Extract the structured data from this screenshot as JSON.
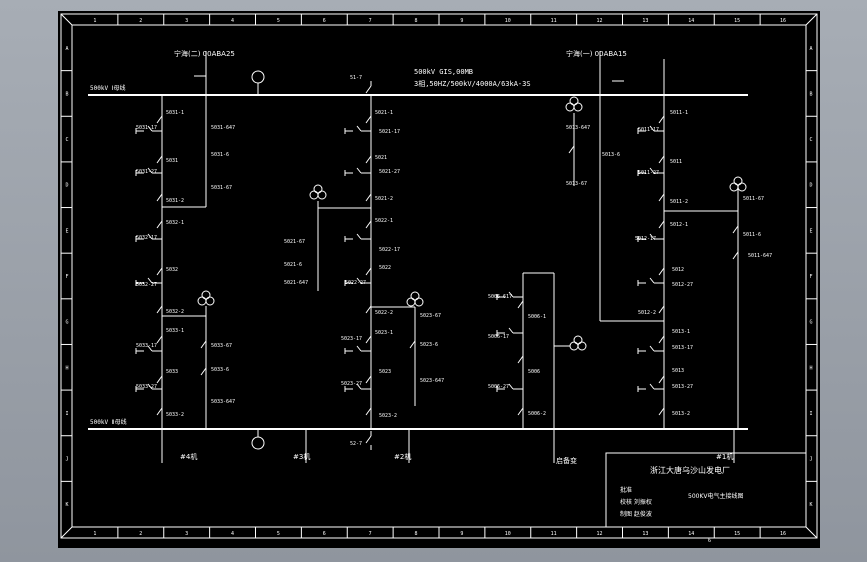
{
  "colors": {
    "background": "#000000",
    "line": "#ffffff",
    "viewport": "#989ea6"
  },
  "title_block": {
    "company": "浙江大唐乌沙山发电厂",
    "drawing_title": "500KV电气主接线图",
    "approve": "批准",
    "review": "校核 刘振权",
    "draw": "制图 赵俊波"
  },
  "gis_header": {
    "line1": "500kV GIS,00MB",
    "line2": "3相,50HZ/500kV/4000A/63kA-3S"
  },
  "buses": {
    "bus1": "500kV Ⅰ母线",
    "bus2": "500kV Ⅱ母线"
  },
  "lines": {
    "line2": "宁海(二) 00ABA25",
    "line1": "宁海(一) 00ABA15"
  },
  "units": {
    "u4": "#4机",
    "u3": "#3机",
    "u2": "#2机",
    "standby": "启备变",
    "u1": "#1机"
  },
  "labels": {
    "tag_503_1": "5031-1",
    "tag_503_2": "5031-17",
    "tag_503_3": "5031",
    "tag_503_4": "5031-27",
    "tag_503_5": "5031-2",
    "tag_503_6": "5032-1",
    "tag_503_7": "5032-17",
    "tag_503_8": "5032",
    "tag_503_9": "5032-27",
    "tag_503_10": "5032-2",
    "tag_503_11": "5033-1",
    "tag_503_12": "5033-17",
    "tag_503_13": "5033",
    "tag_503_14": "5033-27",
    "tag_503_15": "5033-2",
    "tag_a1": "5031-647",
    "tag_a2": "5031-6",
    "tag_a3": "5031-67",
    "tag_a4": "5033-67",
    "tag_a5": "5033-6",
    "tag_a6": "5033-647",
    "tag_502_1": "5021-1",
    "tag_502_2": "5021-17",
    "tag_502_3": "5021",
    "tag_502_4": "5021-27",
    "tag_502_5": "5021-2",
    "tag_502_6": "5022-1",
    "tag_502_7": "5022-17",
    "tag_502_8": "5022",
    "tag_502_9": "5022-27",
    "tag_502_10": "5022-2",
    "tag_502_11": "5023-1",
    "tag_502_12": "5023-17",
    "tag_502_13": "5023",
    "tag_502_14": "5023-27",
    "tag_502_15": "5023-2",
    "tag_b1": "5021-67",
    "tag_b2": "5021-6",
    "tag_b3": "5021-647",
    "tag_b4": "5023-67",
    "tag_b5": "5023-6",
    "tag_b6": "5023-647",
    "tag_506_1": "5006-617",
    "tag_506_2": "5006-1",
    "tag_506_3": "5006-17",
    "tag_506_4": "5006",
    "tag_506_5": "5006-27",
    "tag_506_6": "5006-2",
    "tag_501_1": "5011-1",
    "tag_501_2": "5011-17",
    "tag_501_3": "5011",
    "tag_501_4": "5011-27",
    "tag_501_5": "5011-2",
    "tag_501_6": "5012-1",
    "tag_501_7": "5012-17",
    "tag_501_8": "5012",
    "tag_501_9": "5012-27",
    "tag_501_10": "5012-2",
    "tag_501_11": "5013-1",
    "tag_501_12": "5013-17",
    "tag_501_13": "5013",
    "tag_501_14": "5013-27",
    "tag_501_15": "5013-2",
    "tag_c1": "5013-647",
    "tag_c2": "5013-6",
    "tag_c3": "5013-67",
    "tag_c4": "5011-67",
    "tag_c5": "5011-6",
    "tag_c6": "5011-647",
    "pt1": "51-7",
    "pt2": "52-7"
  },
  "grid": {
    "cols": [
      "1",
      "2",
      "3",
      "4",
      "5",
      "6",
      "7",
      "8",
      "9",
      "10",
      "11",
      "12",
      "13",
      "14",
      "15",
      "16"
    ],
    "rows": [
      "A",
      "B",
      "C",
      "D",
      "E",
      "F",
      "G",
      "H",
      "I",
      "J",
      "K"
    ]
  },
  "page_number": "6"
}
